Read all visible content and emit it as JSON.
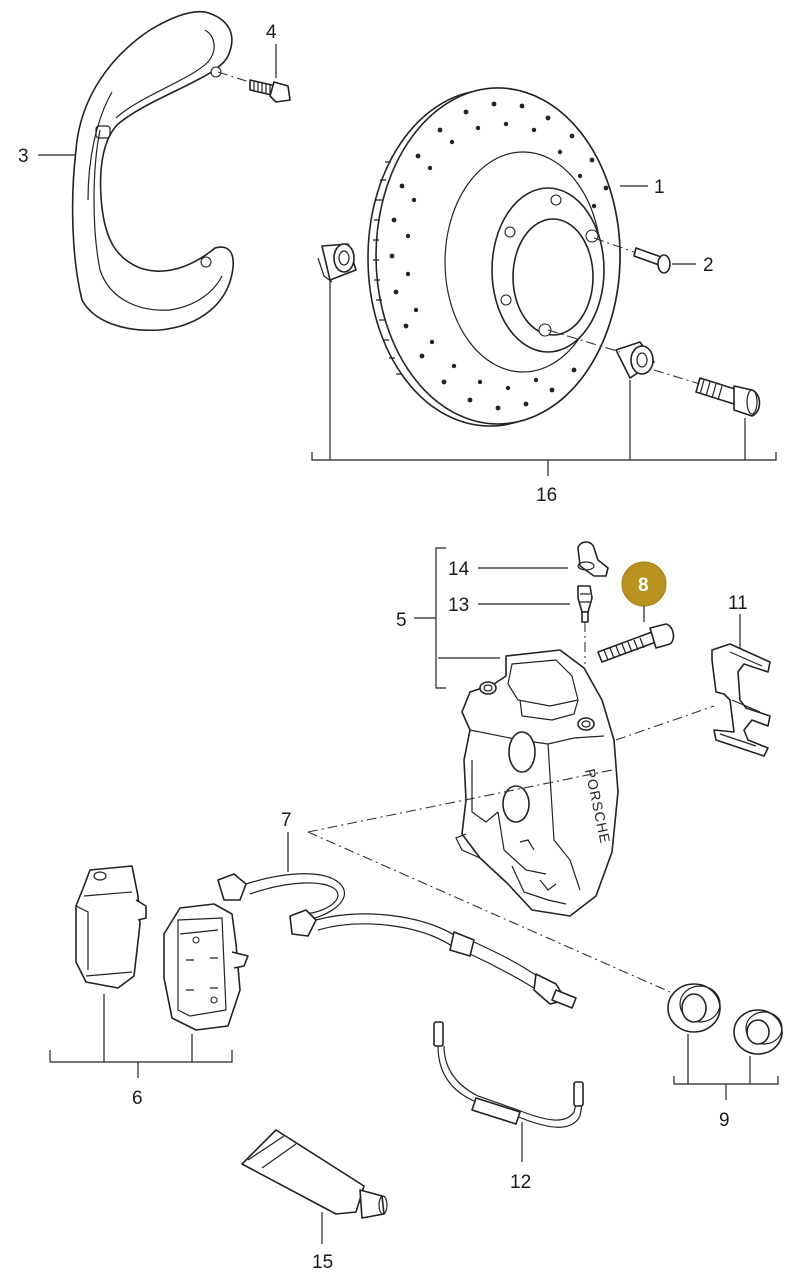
{
  "callouts": {
    "c1": "1",
    "c2": "2",
    "c3": "3",
    "c4": "4",
    "c5": "5",
    "c6": "6",
    "c7": "7",
    "c8": "8",
    "c9": "9",
    "c11": "11",
    "c12": "12",
    "c13": "13",
    "c14": "14",
    "c15": "15",
    "c16": "16"
  },
  "caliper_brand": "PORSCHE",
  "highlight": {
    "callout": "8",
    "color": "#b8921e"
  }
}
